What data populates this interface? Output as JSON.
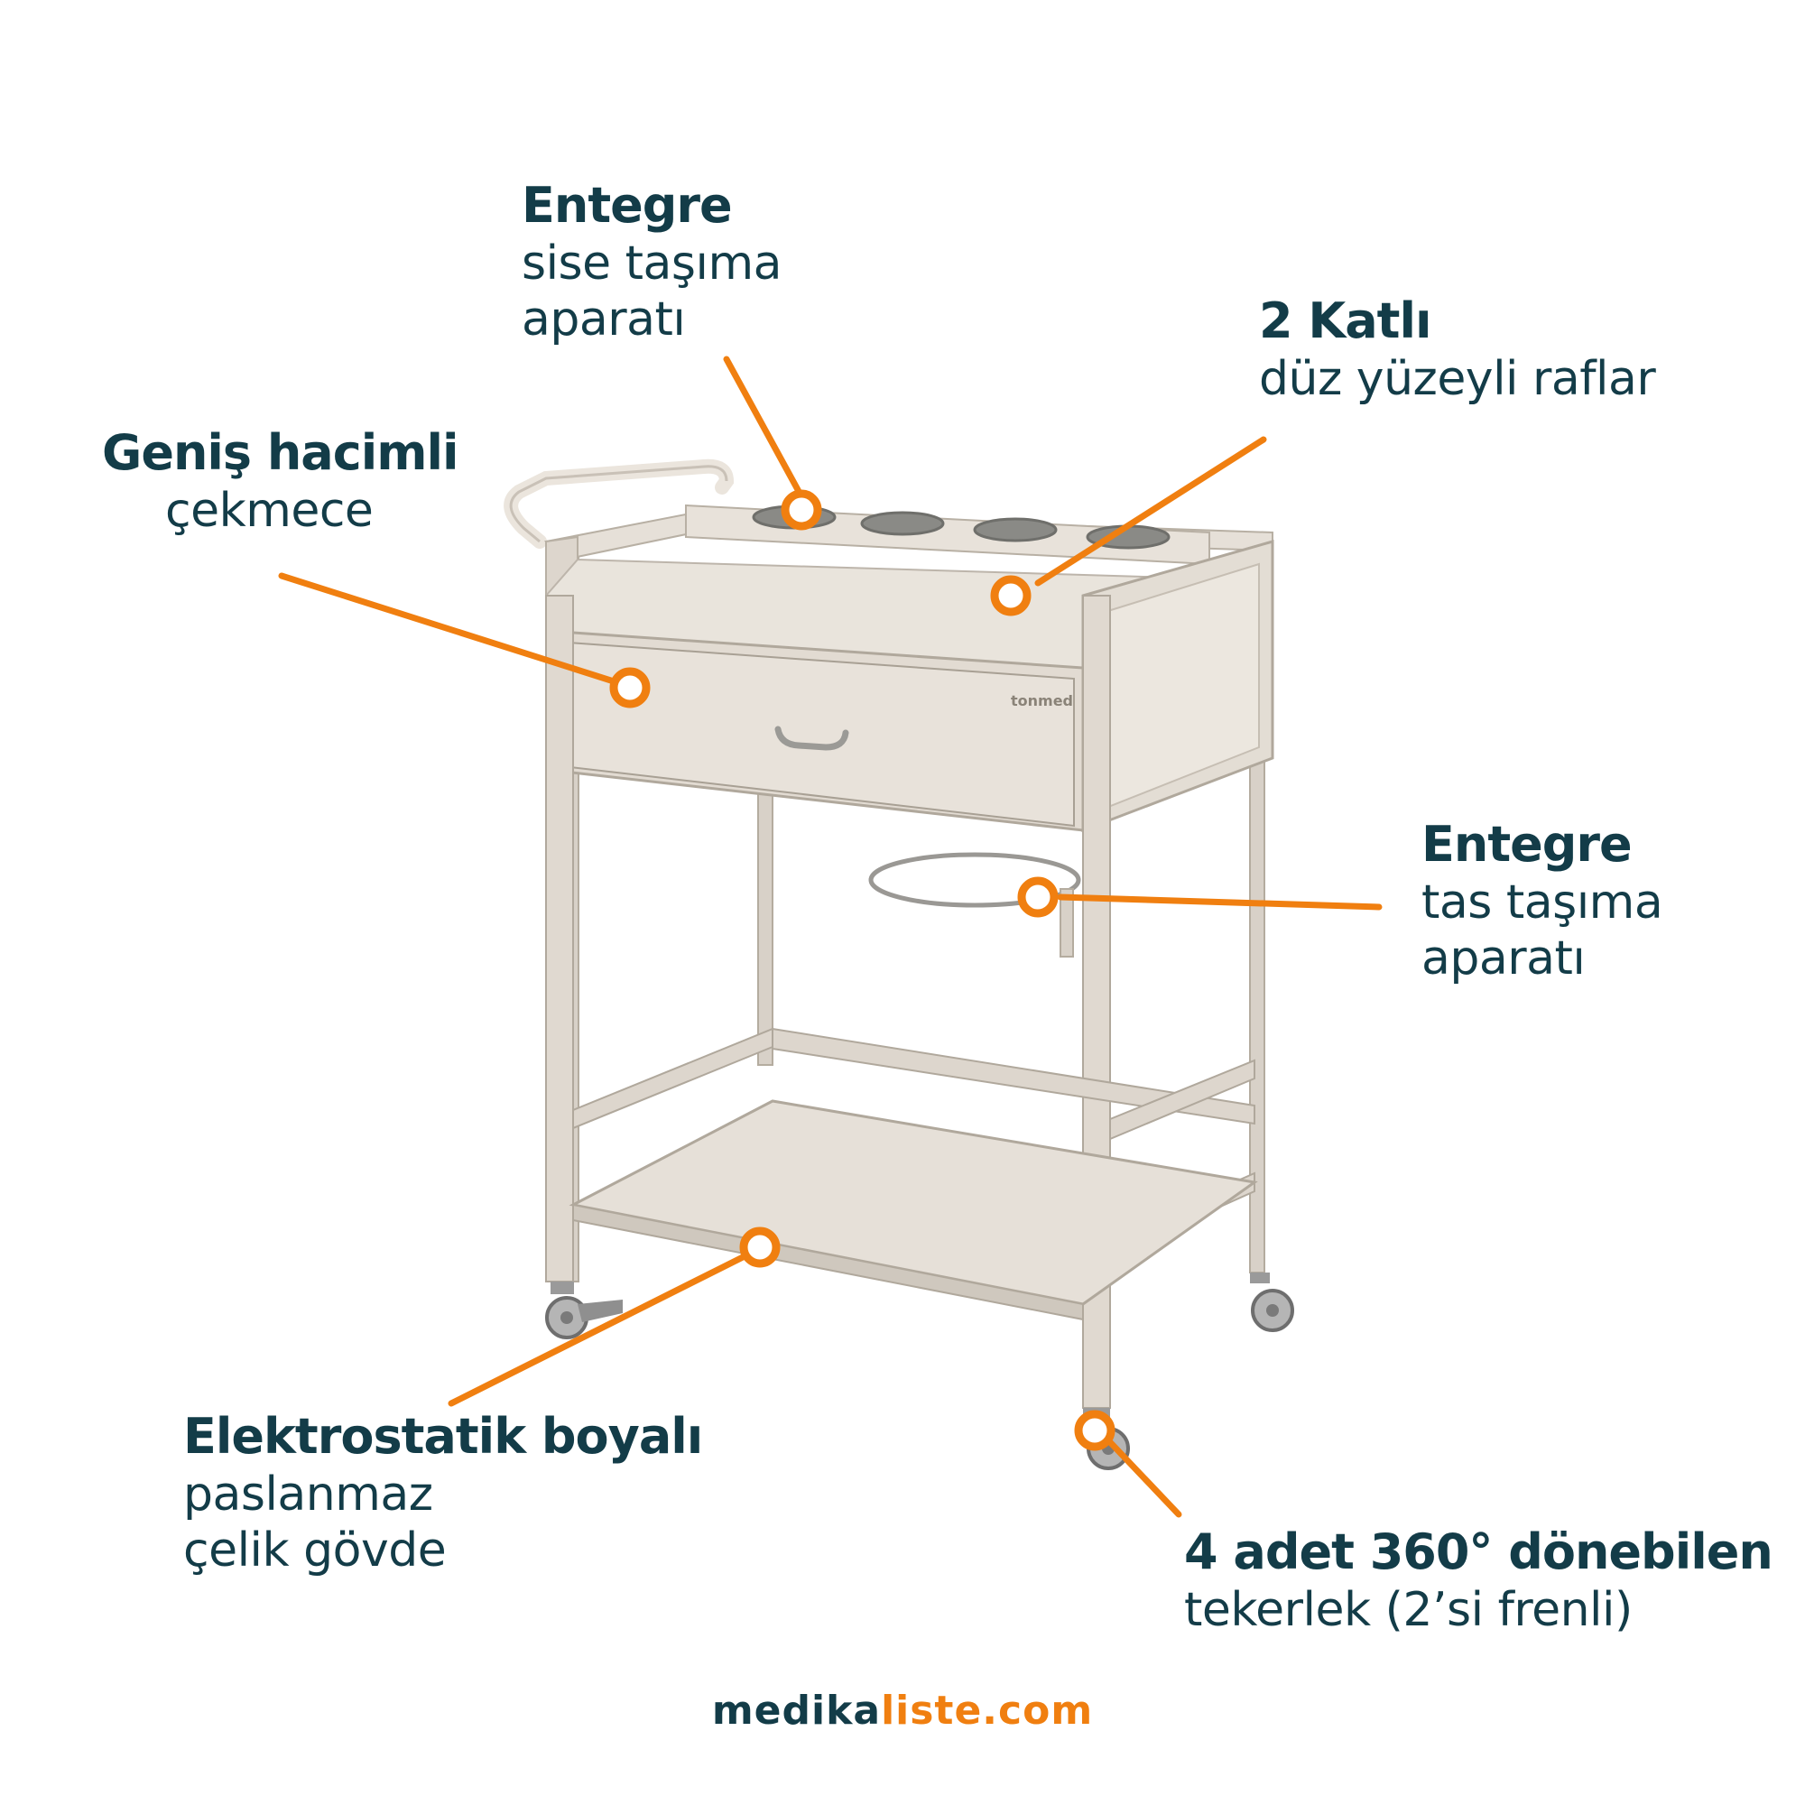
{
  "callouts": {
    "bottle_holder": {
      "bold": "Entegre",
      "lines": [
        "sise taşıma",
        "aparatı"
      ]
    },
    "shelves": {
      "bold": "2 Katlı",
      "lines": [
        "düz yüzeyli raflar"
      ]
    },
    "drawer": {
      "bold": "Geniş hacimli",
      "lines": [
        "çekmece"
      ]
    },
    "bowl_holder": {
      "bold": "Entegre",
      "lines": [
        "tas taşıma",
        "aparatı"
      ]
    },
    "body": {
      "bold": "Elektrostatik boyalı",
      "lines": [
        "paslanmaz",
        "çelik gövde"
      ]
    },
    "wheels": {
      "bold": "4 adet 360° dönebilen",
      "lines": [
        "tekerlek (2’si frenli)"
      ]
    }
  },
  "product_logo_text": "tonmed",
  "footer": {
    "brand_part1": "medika",
    "brand_part2": "liste.com"
  },
  "colors": {
    "text": "#133c48",
    "accent": "#f07f10",
    "cart": "#e4ded6",
    "cart_shadow": "#bdb5ab",
    "background": "#ffffff"
  }
}
